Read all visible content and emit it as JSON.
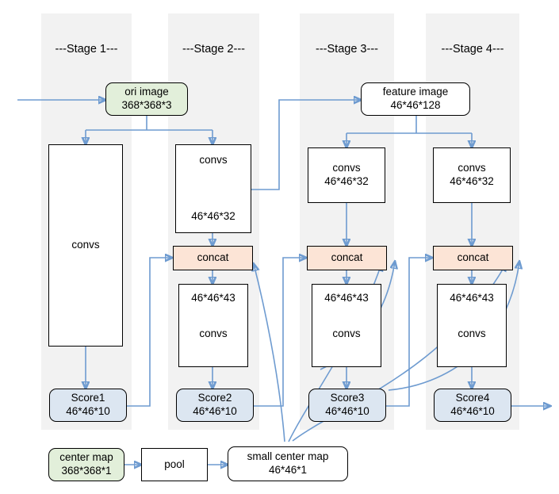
{
  "diagram": {
    "title": "CPM multi-stage network diagram",
    "colors": {
      "column_bg": "#f2f2f2",
      "arrow": "#6e9bd0",
      "image_node": "#e2efda",
      "concat_node": "#fce4d6",
      "score_node": "#dce6f1",
      "plain_node": "#ffffff",
      "border": "#000000"
    },
    "stages": [
      {
        "label": "---Stage 1---"
      },
      {
        "label": "---Stage 2---"
      },
      {
        "label": "---Stage 3---"
      },
      {
        "label": "---Stage 4---"
      }
    ],
    "nodes": {
      "ori_image": {
        "line1": "ori image",
        "line2": "368*368*3"
      },
      "feature_image": {
        "line1": "feature image",
        "line2": "46*46*128"
      },
      "convs_stage1": {
        "line1": "convs",
        "line2": ""
      },
      "convs_stage2": {
        "line1": "convs",
        "line2": "46*46*32"
      },
      "convs_stage3": {
        "line1": "convs",
        "line2": "46*46*32"
      },
      "convs_stage4": {
        "line1": "convs",
        "line2": "46*46*32"
      },
      "concat_stage2": {
        "line1": "concat",
        "line2": ""
      },
      "concat_stage3": {
        "line1": "concat",
        "line2": ""
      },
      "concat_stage4": {
        "line1": "concat",
        "line2": ""
      },
      "convs43_stage2": {
        "line1": "46*46*43",
        "line2": "convs"
      },
      "convs43_stage3": {
        "line1": "46*46*43",
        "line2": "convs"
      },
      "convs43_stage4": {
        "line1": "46*46*43",
        "line2": "convs"
      },
      "score1": {
        "line1": "Score1",
        "line2": "46*46*10"
      },
      "score2": {
        "line1": "Score2",
        "line2": "46*46*10"
      },
      "score3": {
        "line1": "Score3",
        "line2": "46*46*10"
      },
      "score4": {
        "line1": "Score4",
        "line2": "46*46*10"
      },
      "center_map": {
        "line1": "center map",
        "line2": "368*368*1"
      },
      "pool": {
        "line1": "pool",
        "line2": ""
      },
      "small_center_map": {
        "line1": "small center map",
        "line2": "46*46*1"
      }
    }
  }
}
